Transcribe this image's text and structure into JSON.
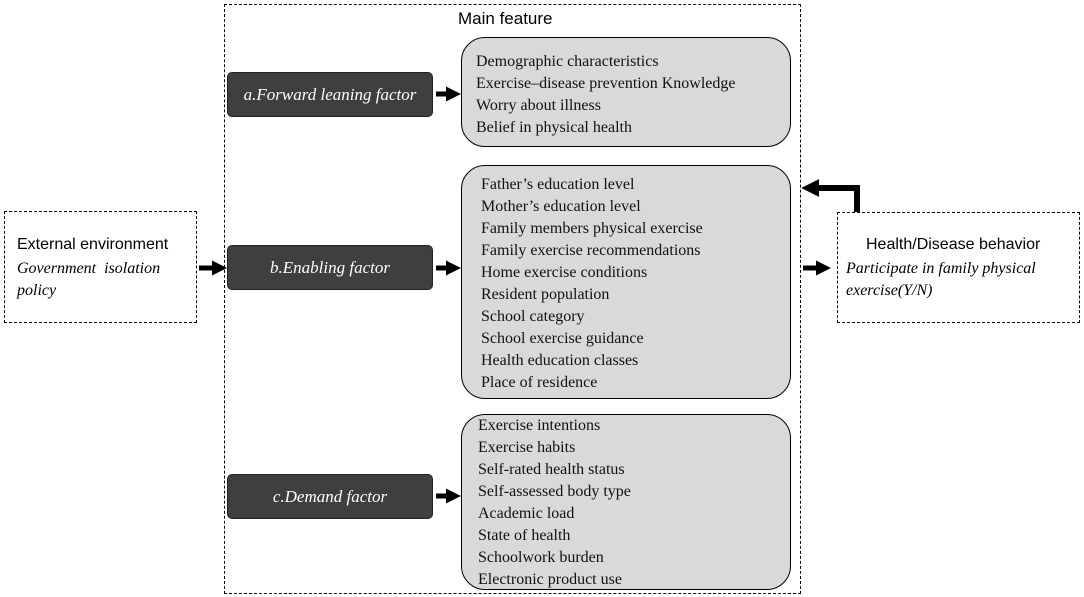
{
  "main": {
    "title": "Main feature"
  },
  "external": {
    "title": "External environment",
    "subtitle_line1": "Government  isolation",
    "subtitle_line2": "policy"
  },
  "behavior": {
    "title": "Health/Disease behavior",
    "subtitle_line1": "Participate in family physical",
    "subtitle_line2": "exercise(Y/N)"
  },
  "factors": [
    {
      "label": "a.Forward leaning factor",
      "items": [
        "Demographic characteristics",
        "Exercise–disease prevention Knowledge",
        "Worry about illness",
        "Belief in physical health"
      ]
    },
    {
      "label": "b.Enabling factor",
      "items": [
        "Father’s education level",
        "Mother’s education level",
        "Family members physical exercise",
        "Family exercise recommendations",
        "Home exercise conditions",
        "Resident population",
        "School category",
        "School exercise guidance",
        "Health education classes",
        "Place of residence"
      ]
    },
    {
      "label": "c.Demand factor",
      "items": [
        "Exercise intentions",
        "Exercise habits",
        "Self-rated health status",
        "Self-assessed body type",
        "Academic load",
        "State of health",
        "Schoolwork burden",
        "Electronic product use"
      ]
    }
  ]
}
